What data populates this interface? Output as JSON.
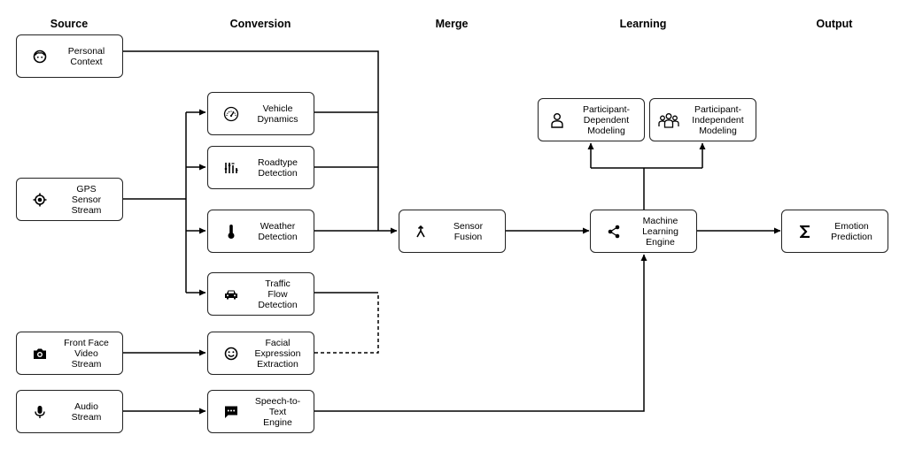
{
  "headers": {
    "source": "Source",
    "conversion": "Conversion",
    "merge": "Merge",
    "learning": "Learning",
    "output": "Output"
  },
  "nodes": {
    "personal_context": {
      "label": "Personal\nContext",
      "icon": "face-icon"
    },
    "gps_sensor": {
      "label": "GPS Sensor\nStream",
      "icon": "gps-target-icon"
    },
    "front_face": {
      "label": "Front Face\nVideo Stream",
      "icon": "camera-icon"
    },
    "audio_stream": {
      "label": "Audio Stream",
      "icon": "microphone-icon"
    },
    "vehicle_dynamics": {
      "label": "Vehicle\nDynamics",
      "icon": "speedometer-icon"
    },
    "roadtype_detection": {
      "label": "Roadtype\nDetection",
      "icon": "sliders-icon"
    },
    "weather_detection": {
      "label": "Weather\nDetection",
      "icon": "thermometer-icon"
    },
    "traffic_flow": {
      "label": "Traffic Flow\nDetection",
      "icon": "car-icon"
    },
    "facial_expression": {
      "label": "Facial\nExpression\nExtraction",
      "icon": "smiley-icon"
    },
    "speech_to_text": {
      "label": "Speech-to-\nText Engine",
      "icon": "chat-bubble-icon"
    },
    "sensor_fusion": {
      "label": "Sensor Fusion",
      "icon": "merge-icon"
    },
    "ml_engine": {
      "label": "Machine\nLearning\nEngine",
      "icon": "share-icon"
    },
    "participant_dependent": {
      "label": "Participant-\nDependent\nModeling",
      "icon": "person-icon"
    },
    "participant_independent": {
      "label": "Participant-\nIndependent\nModeling",
      "icon": "group-icon"
    },
    "emotion_prediction": {
      "label": "Emotion\nPrediction",
      "icon": "sigma-icon"
    }
  }
}
